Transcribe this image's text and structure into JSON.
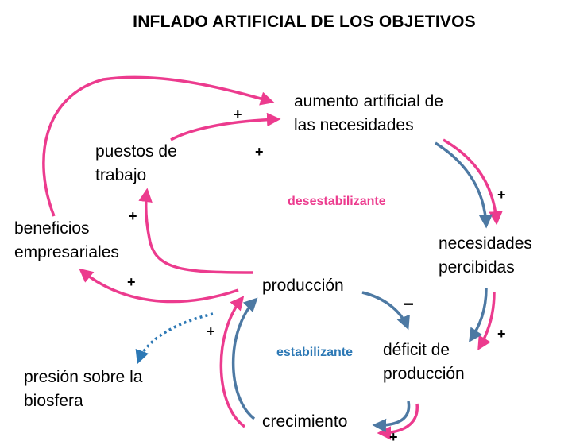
{
  "title": "INFLADO ARTIFICIAL DE LOS OBJETIVOS",
  "colors": {
    "reinforcing": "#ec3b8e",
    "balancing": "#4d79a3",
    "dotted": "#2c78b5",
    "text": "#000000"
  },
  "nodes": {
    "aumento": [
      "aumento artificial de",
      "las necesidades"
    ],
    "puestos": [
      "puestos de",
      "trabajo"
    ],
    "beneficios": [
      "beneficios",
      "empresariales"
    ],
    "necesidades": [
      "necesidades",
      "percibidas"
    ],
    "produccion": "producción",
    "deficit": [
      "déficit de",
      "producción"
    ],
    "crecimiento": "crecimiento",
    "presion": [
      "presión sobre la",
      "biosfera"
    ]
  },
  "loops": {
    "reinforcing": "desestabilizante",
    "balancing": "estabilizante"
  },
  "signs": {
    "beneficios_aumento": "+",
    "puestos_aumento": "+",
    "aumento_necesidades": "+",
    "produccion_puestos": "+",
    "produccion_beneficios": "+",
    "necesidades_deficit": "+",
    "produccion_deficit": "−",
    "crecimiento_produccion": "+",
    "deficit_crecimiento": "+"
  }
}
